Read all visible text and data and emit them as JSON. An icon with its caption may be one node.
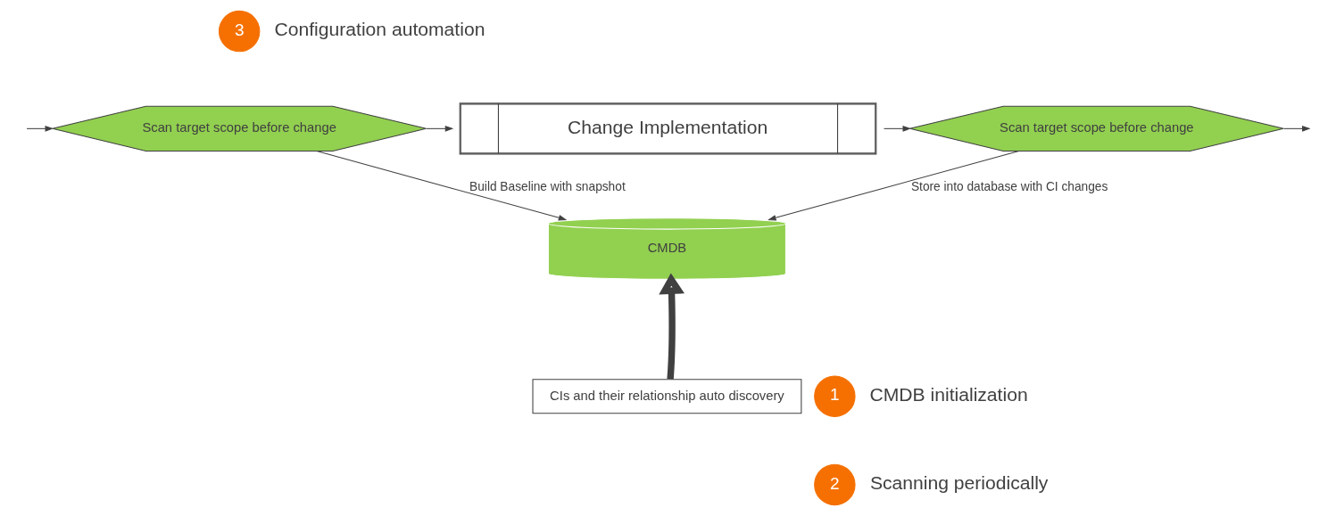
{
  "diagram": {
    "nodes": [
      {
        "text": [
          "3"
        ],
        "beside": [
          "Configuration automation"
        ]
      },
      {
        "text": [
          "Scan target scope before change"
        ]
      },
      {
        "text": [
          "Change Implementation"
        ]
      },
      {
        "text": [
          "Scan target scope before change"
        ]
      },
      {
        "text": [
          "CMDB"
        ]
      },
      {
        "text": [
          "CIs and their relationship auto discovery"
        ]
      },
      {
        "text": [
          "1"
        ],
        "beside": [
          "CMDB initialization"
        ]
      },
      {
        "text": [
          "2"
        ],
        "beside": [
          "Scanning periodically"
        ]
      }
    ],
    "edges": [
      {
        "from": null,
        "to": 1,
        "arrow": "to"
      },
      {
        "from": 1,
        "to": 2,
        "arrow": "to"
      },
      {
        "from": 2,
        "to": 3,
        "arrow": "to"
      },
      {
        "from": 3,
        "to": null,
        "arrow": "to"
      },
      {
        "from": 1,
        "to": 4,
        "arrow": "to",
        "label": "Build Baseline with snapshot"
      },
      {
        "from": 3,
        "to": 4,
        "arrow": "to",
        "label": "Store into database with CI changes"
      },
      {
        "from": 5,
        "to": 4,
        "arrow": "to",
        "style": "thick"
      }
    ]
  }
}
